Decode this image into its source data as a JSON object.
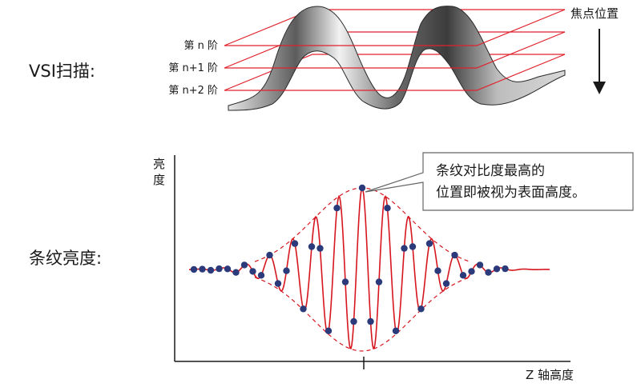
{
  "labels": {
    "vsi_scan": "VSI扫描:",
    "fringe_brightness": "条纹亮度:",
    "focus_position": "焦点位置",
    "step_n": "第 n 阶",
    "step_n1": "第 n+1 阶",
    "step_n2": "第 n+2 阶",
    "y_axis": "亮度",
    "x_axis": "Z 轴高度",
    "callout_line1": "条纹对比度最高的",
    "callout_line2": "位置即被视为表面高度。"
  },
  "colors": {
    "plane": "#e0202a",
    "signal": "#d6161e",
    "envelope": "#d6161e",
    "sample_dot": "#2a3a7a",
    "axis": "#1a1a1a"
  }
}
